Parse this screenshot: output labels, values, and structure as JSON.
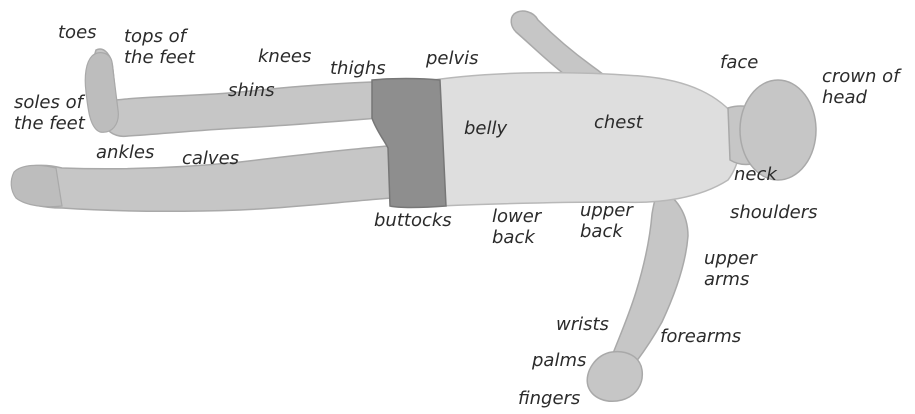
{
  "labels": {
    "toes": "toes",
    "tops_of_the_feet": "tops of\nthe feet",
    "knees": "knees",
    "thighs": "thighs",
    "pelvis": "pelvis",
    "face": "face",
    "crown_of_head": "crown of\nhead",
    "soles_of_the_feet": "soles of\nthe feet",
    "shins": "shins",
    "belly": "belly",
    "chest": "chest",
    "ankles": "ankles",
    "calves": "calves",
    "neck": "neck",
    "shoulders": "shoulders",
    "buttocks": "buttocks",
    "lower_back": "lower\nback",
    "upper_back": "upper\nback",
    "upper_arms": "upper\narms",
    "wrists": "wrists",
    "forearms": "forearms",
    "palms": "palms",
    "fingers": "fingers"
  },
  "colors": {
    "skin": "#c6c6c6",
    "skin_shadow": "#a9a9a9",
    "shirt": "#dedede",
    "shorts": "#8e8e8e",
    "text": "#2b2b2b"
  }
}
